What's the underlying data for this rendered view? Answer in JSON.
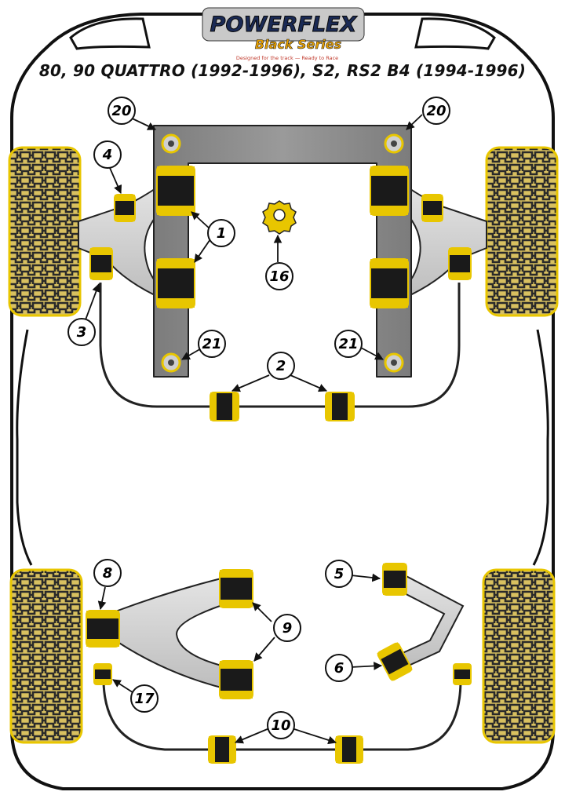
{
  "brand": {
    "name": "POWERFLEX",
    "series": "Black Series",
    "tagline": "Designed for the track — Ready to Race"
  },
  "title": "80, 90 QUATTRO (1992-1996), S2, RS2 B4 (1994-1996)",
  "colors": {
    "bush_yellow": "#e8c600",
    "bush_black": "#1a1a1a",
    "subframe_grey": "#8a8a8a",
    "arm_light": "#d6d6d6",
    "tyre_yellow": "#d8c060"
  },
  "callouts": {
    "c1": "1",
    "c2": "2",
    "c3": "3",
    "c4": "4",
    "c5": "5",
    "c6": "6",
    "c8": "8",
    "c9": "9",
    "c10": "10",
    "c16": "16",
    "c17": "17",
    "c20a": "20",
    "c20b": "20",
    "c21a": "21",
    "c21b": "21"
  }
}
